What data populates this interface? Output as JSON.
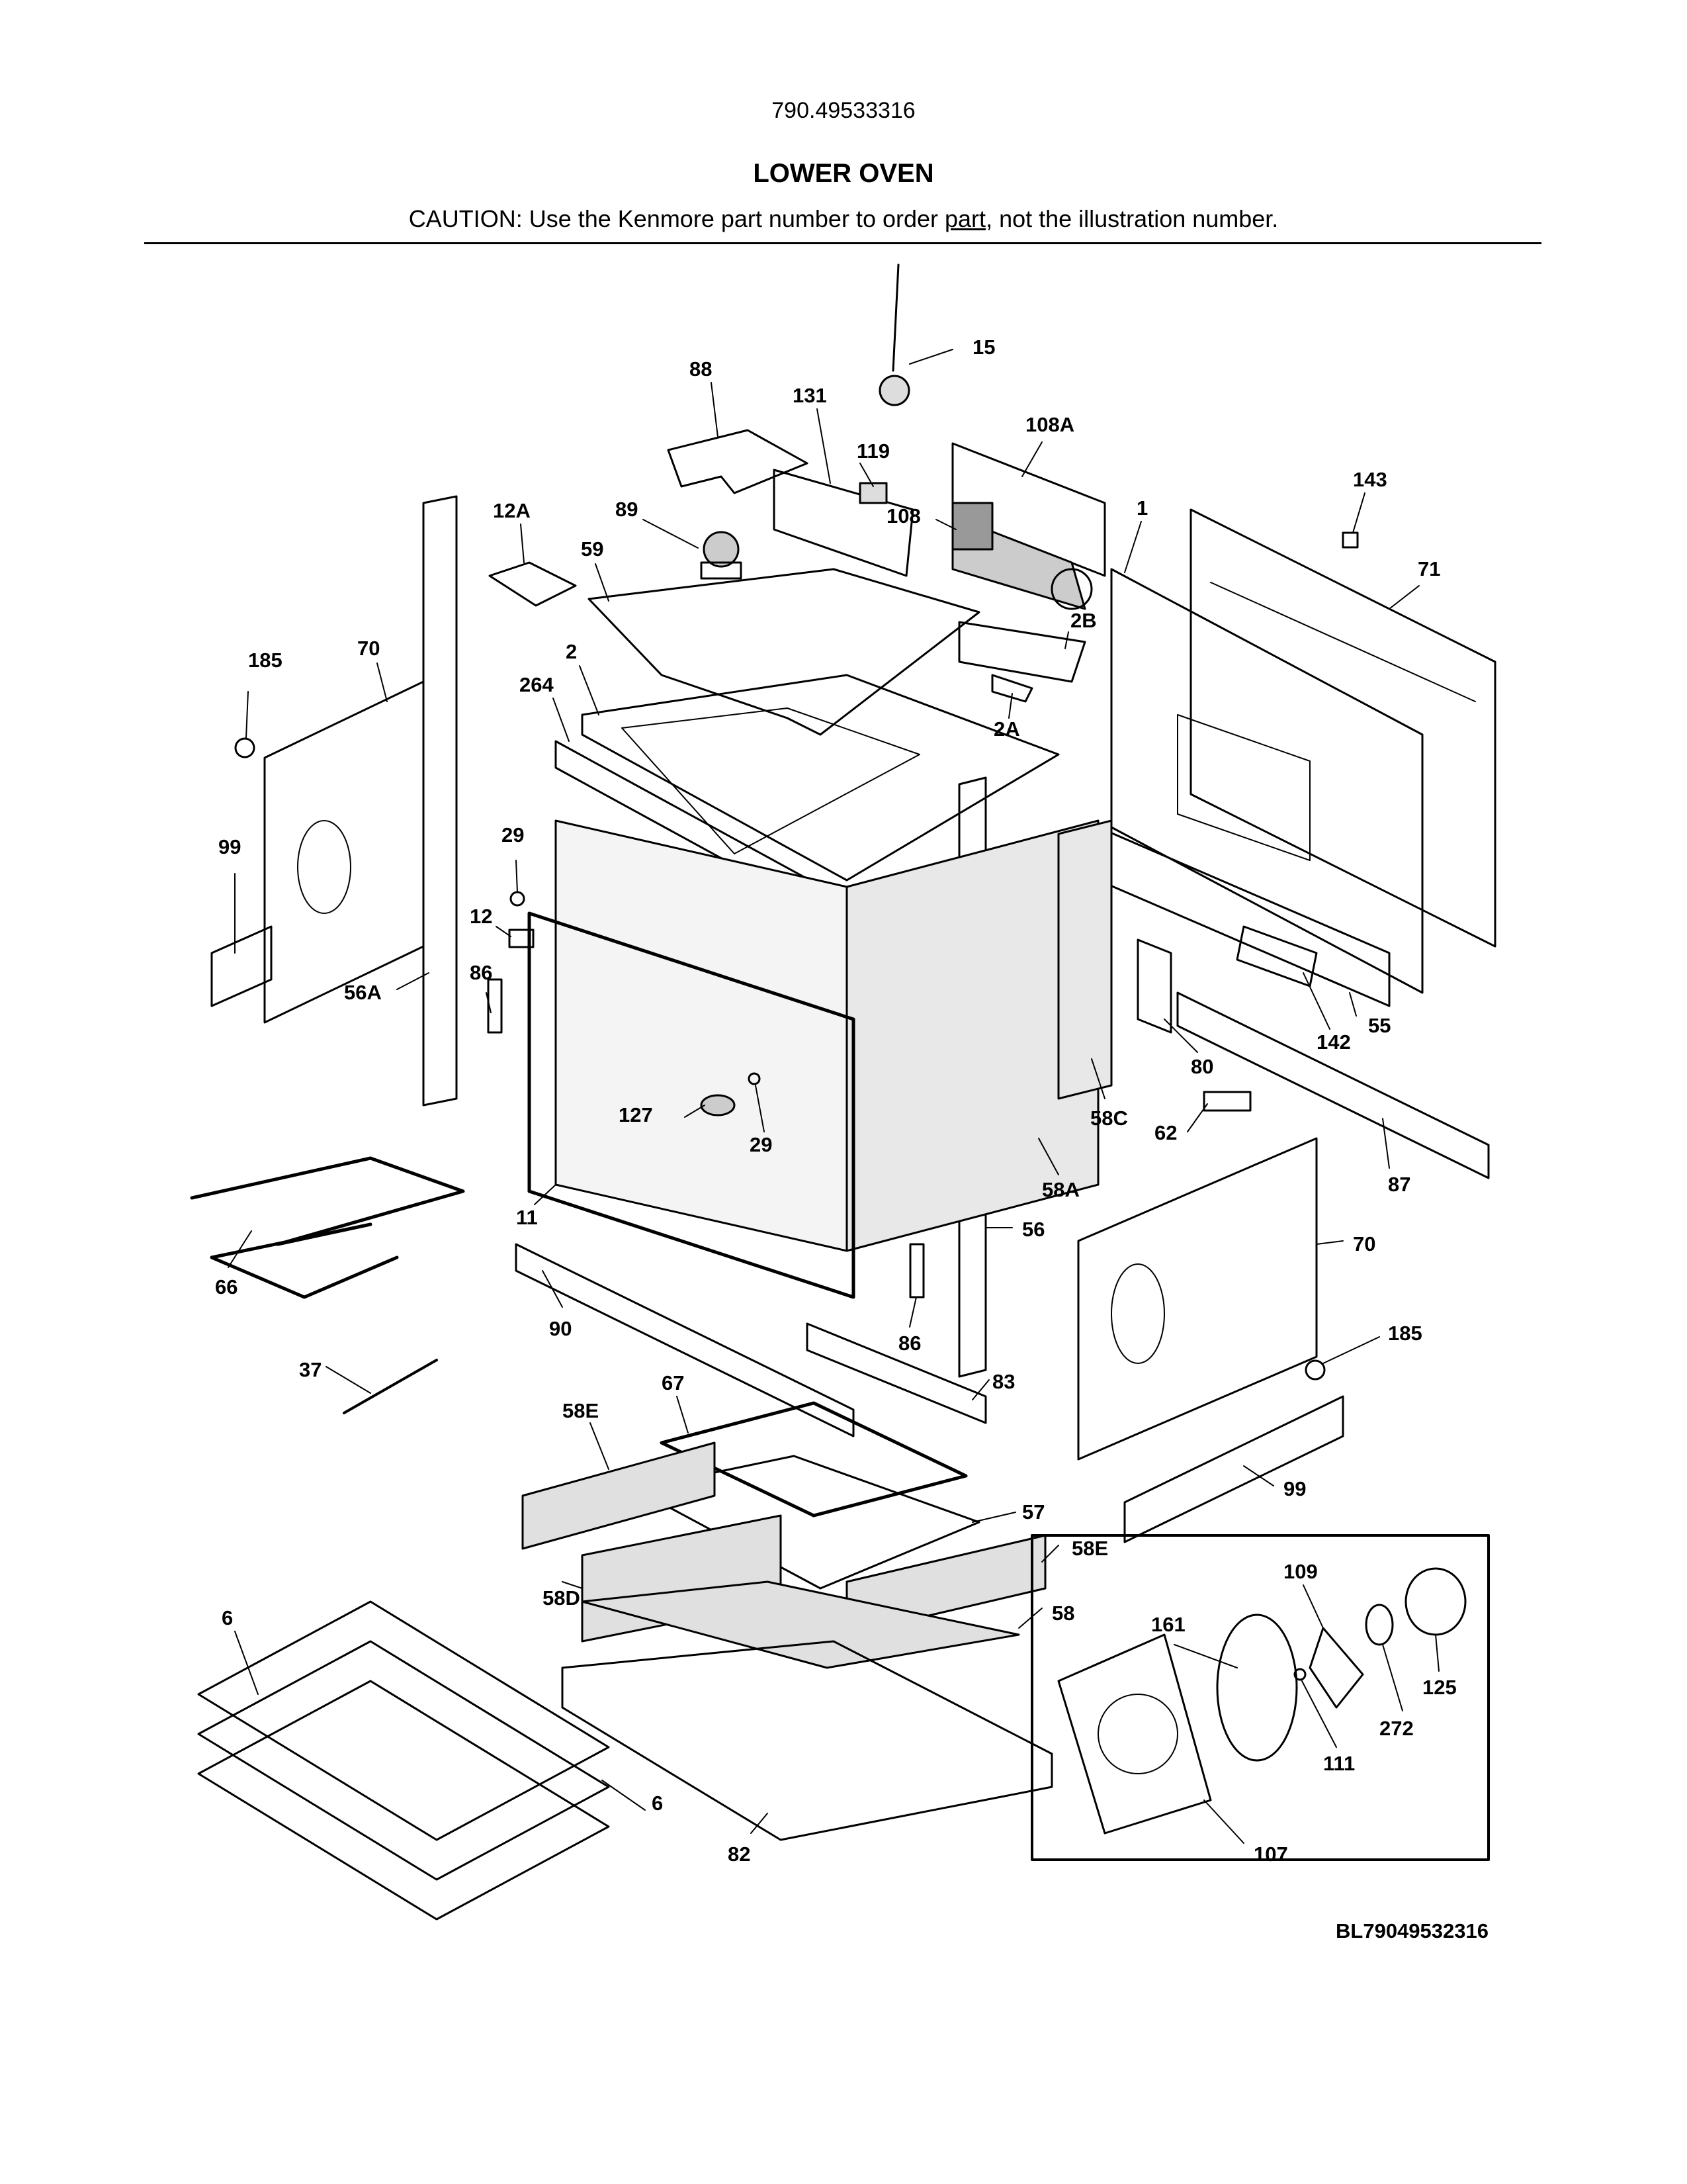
{
  "header": {
    "model_number": "790.49533316",
    "section_title": "LOWER OVEN",
    "caution_prefix": "CAUTION: Use the Kenmore part number to order ",
    "caution_underlined": "part",
    "caution_suffix": ", not the illustration number."
  },
  "callouts": {
    "c15": "15",
    "c88": "88",
    "c131": "131",
    "c108A": "108A",
    "c119": "119",
    "c89": "89",
    "c12A": "12A",
    "c108": "108",
    "c1": "1",
    "c143": "143",
    "c59": "59",
    "c71": "71",
    "c185a": "185",
    "c70a": "70",
    "c2": "2",
    "c2B": "2B",
    "c264": "264",
    "c2A": "2A",
    "c29a": "29",
    "c99a": "99",
    "c12": "12",
    "c86a": "86",
    "c56A": "56A",
    "c55": "55",
    "c142": "142",
    "c80": "80",
    "c127": "127",
    "c29b": "29",
    "c58C": "58C",
    "c62": "62",
    "c87": "87",
    "c11": "11",
    "c58A": "58A",
    "c56": "56",
    "c66": "66",
    "c70b": "70",
    "c90": "90",
    "c185b": "185",
    "c86b": "86",
    "c37": "37",
    "c67": "67",
    "c83": "83",
    "c58E_a": "58E",
    "c99b": "99",
    "c57": "57",
    "c58E_b": "58E",
    "c109": "109",
    "c6a": "6",
    "c58D": "58D",
    "c58": "58",
    "c161": "161",
    "c125": "125",
    "c272": "272",
    "c111": "111",
    "c6b": "6",
    "c107": "107",
    "c82": "82"
  },
  "footer": {
    "drawing_code": "BL79049532316"
  }
}
